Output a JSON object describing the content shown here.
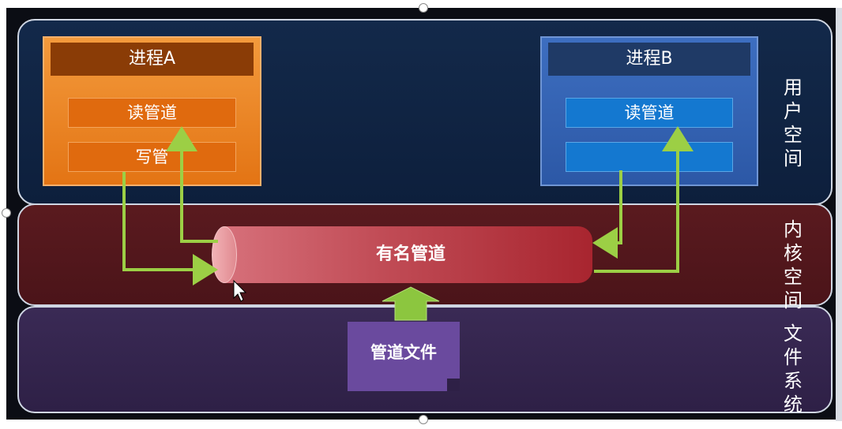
{
  "process_a": {
    "title": "进程A",
    "slot_read": "读管道",
    "slot_write": "写管"
  },
  "process_b": {
    "title": "进程B",
    "slot_read": "读管道",
    "slot_write": ""
  },
  "pipe": {
    "label": "有名管道"
  },
  "pipe_file": {
    "label": "管道文件"
  },
  "bands": {
    "user_space": "用户空间",
    "kernel_space": "内核空间",
    "file_system": "文件系统"
  },
  "colors": {
    "user_band": "#0d1f3c",
    "kernel_band": "#4b1419",
    "fs_band": "#2e2046",
    "process_a": "#e37414",
    "process_b": "#2c58a6",
    "arrow": "#8cc63f"
  }
}
